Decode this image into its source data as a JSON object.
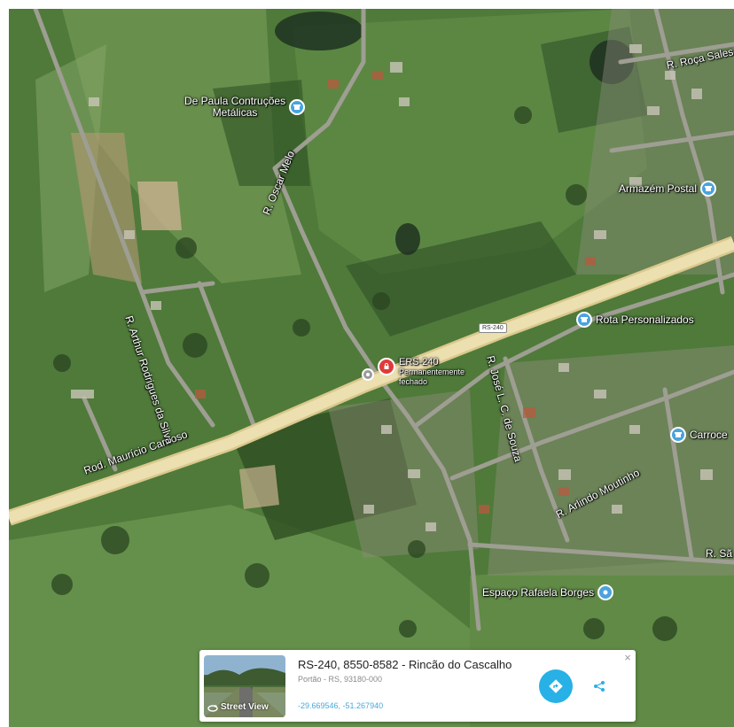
{
  "map": {
    "roads": {
      "rod_mauricio": "Rod. Maurício Cardoso",
      "oscar_melo": "R. Oscar Melo",
      "arthur": "R. Arthur Rodrigues da Silva",
      "jose": "R. José L. C. de Souza",
      "arlindo": "R. Arlindo Moutinho",
      "roca_sales": "R. Roça Sales",
      "sa_right": "R. Sã",
      "shield": "RS-240"
    },
    "pois": {
      "depaula_line1": "De Paula Contruções",
      "depaula_line2": "Metálicas",
      "armazem": "Armazém Postal",
      "rota": "Rota Personalizados",
      "carroc": "Carroce",
      "espaco": "Espaço Rafaela Borges",
      "ers_title": "ERS-240",
      "ers_status1": "Permanentemente",
      "ers_status2": "fechado"
    },
    "colors": {
      "poi_pin": "#4aa3df",
      "closed_pin": "#e03a3a",
      "highway": "#e8d9a0"
    }
  },
  "card": {
    "title": "RS-240, 8550-8582 - Rincão do Cascalho",
    "subtitle": "Portão - RS, 93180-000",
    "coords": "-29.669546, -51.267940",
    "street_view_label": "Street View",
    "close_glyph": "×",
    "icons": [
      "street-view-icon",
      "directions-icon",
      "share-icon",
      "close-icon"
    ]
  }
}
